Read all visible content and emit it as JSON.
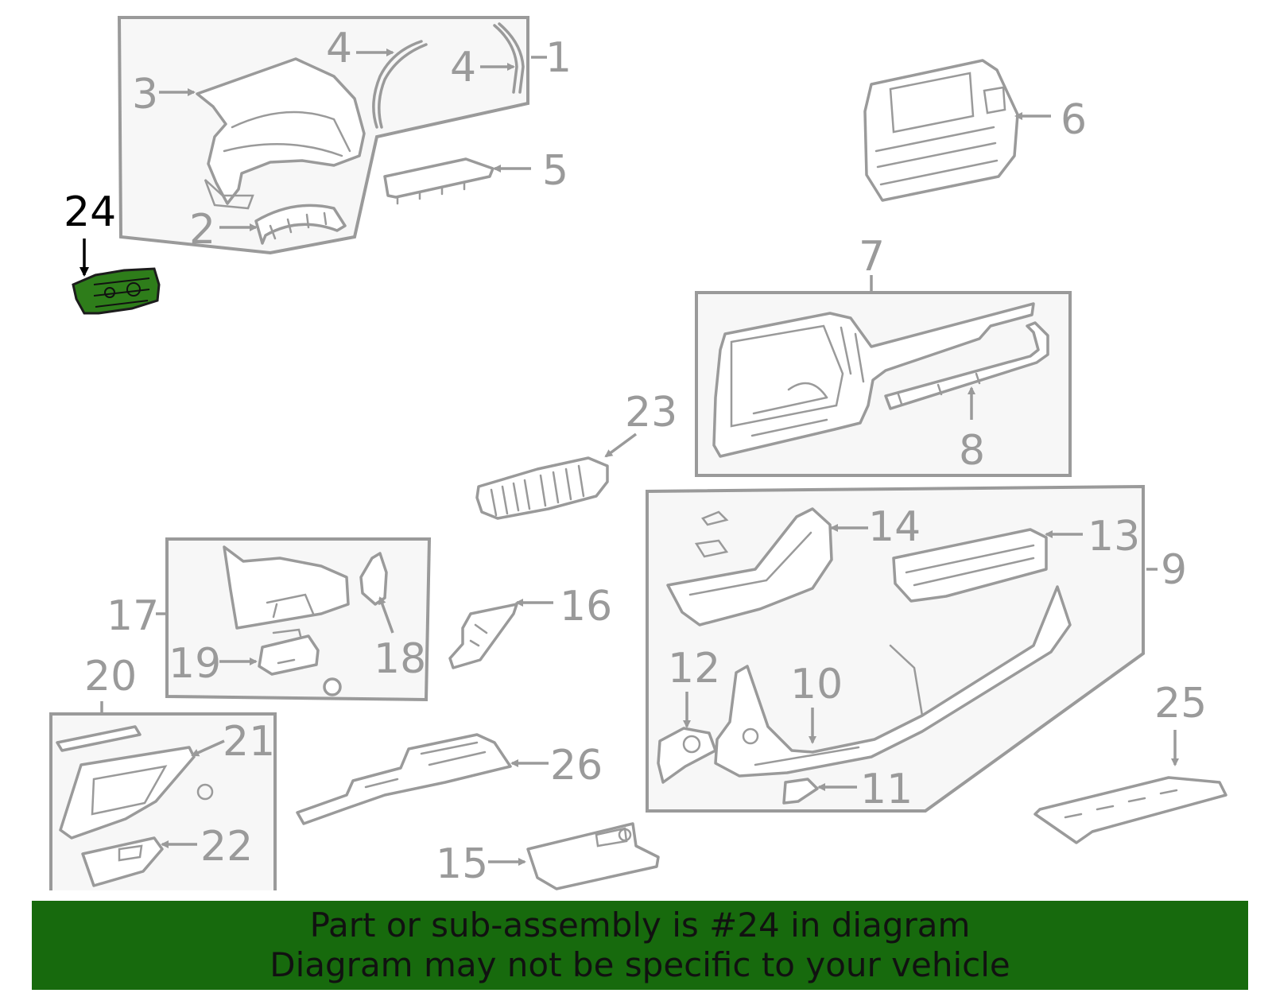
{
  "callouts": {
    "c1": "1",
    "c2": "2",
    "c3": "3",
    "c4a": "4",
    "c4b": "4",
    "c5": "5",
    "c6": "6",
    "c7": "7",
    "c8": "8",
    "c9": "9",
    "c10": "10",
    "c11": "11",
    "c12": "12",
    "c13": "13",
    "c14": "14",
    "c15": "15",
    "c16": "16",
    "c17": "17",
    "c18": "18",
    "c19": "19",
    "c20": "20",
    "c21": "21",
    "c22": "22",
    "c23": "23",
    "c24": "24",
    "c25": "25",
    "c26": "26"
  },
  "highlight": {
    "part": "24",
    "color": "#2e7d1a"
  },
  "banner": {
    "line1": "Part or sub-assembly is #24 in diagram",
    "line2": "Diagram may not be specific to your vehicle",
    "background": "#176a0d"
  }
}
